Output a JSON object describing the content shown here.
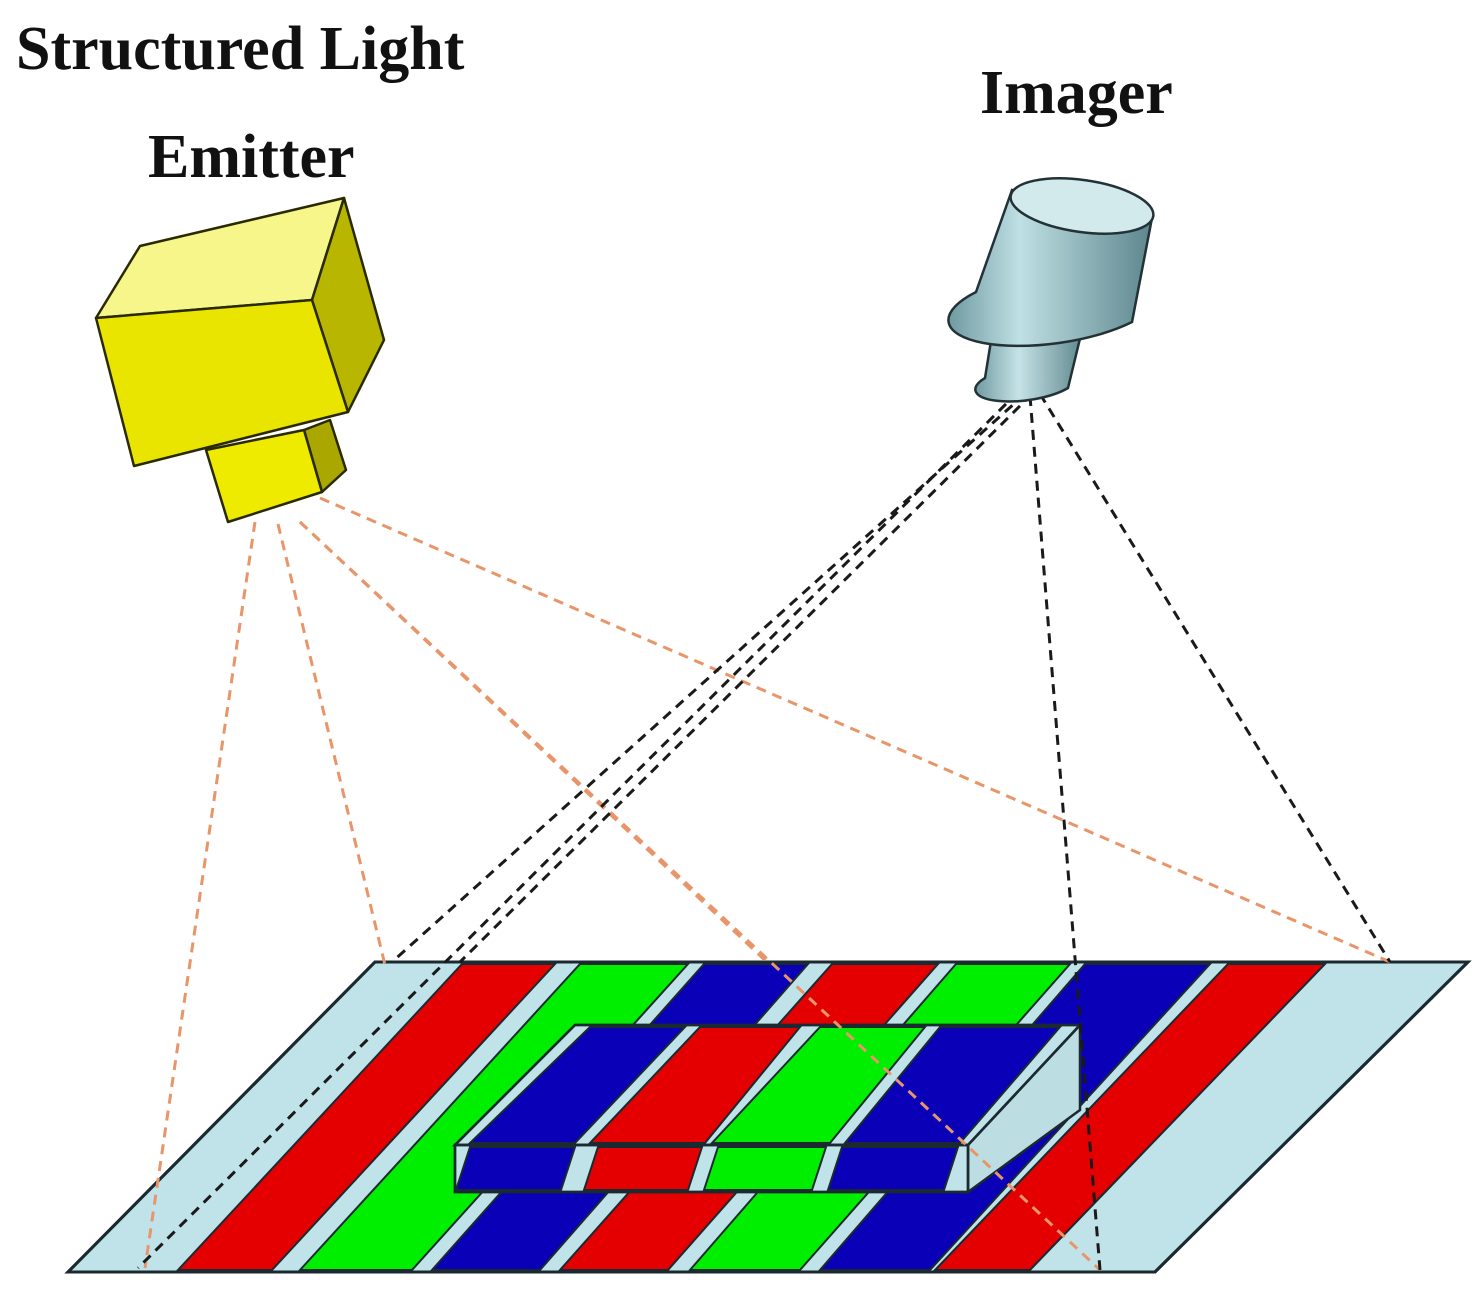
{
  "emitter": {
    "label_line1": "Structured Light",
    "label_line2": "Emitter",
    "color": "#f0ee00"
  },
  "imager": {
    "label": "Imager",
    "color": "#a9d3d8"
  },
  "stripes": {
    "colors": [
      "#e40000",
      "#00ee00",
      "#0a00b8"
    ],
    "gap_color": "#bfe3e8",
    "outline_color": "#1a2a30"
  },
  "projection_lines": {
    "emitter_color": "#e8956a",
    "imager_color": "#1a1a1a"
  }
}
